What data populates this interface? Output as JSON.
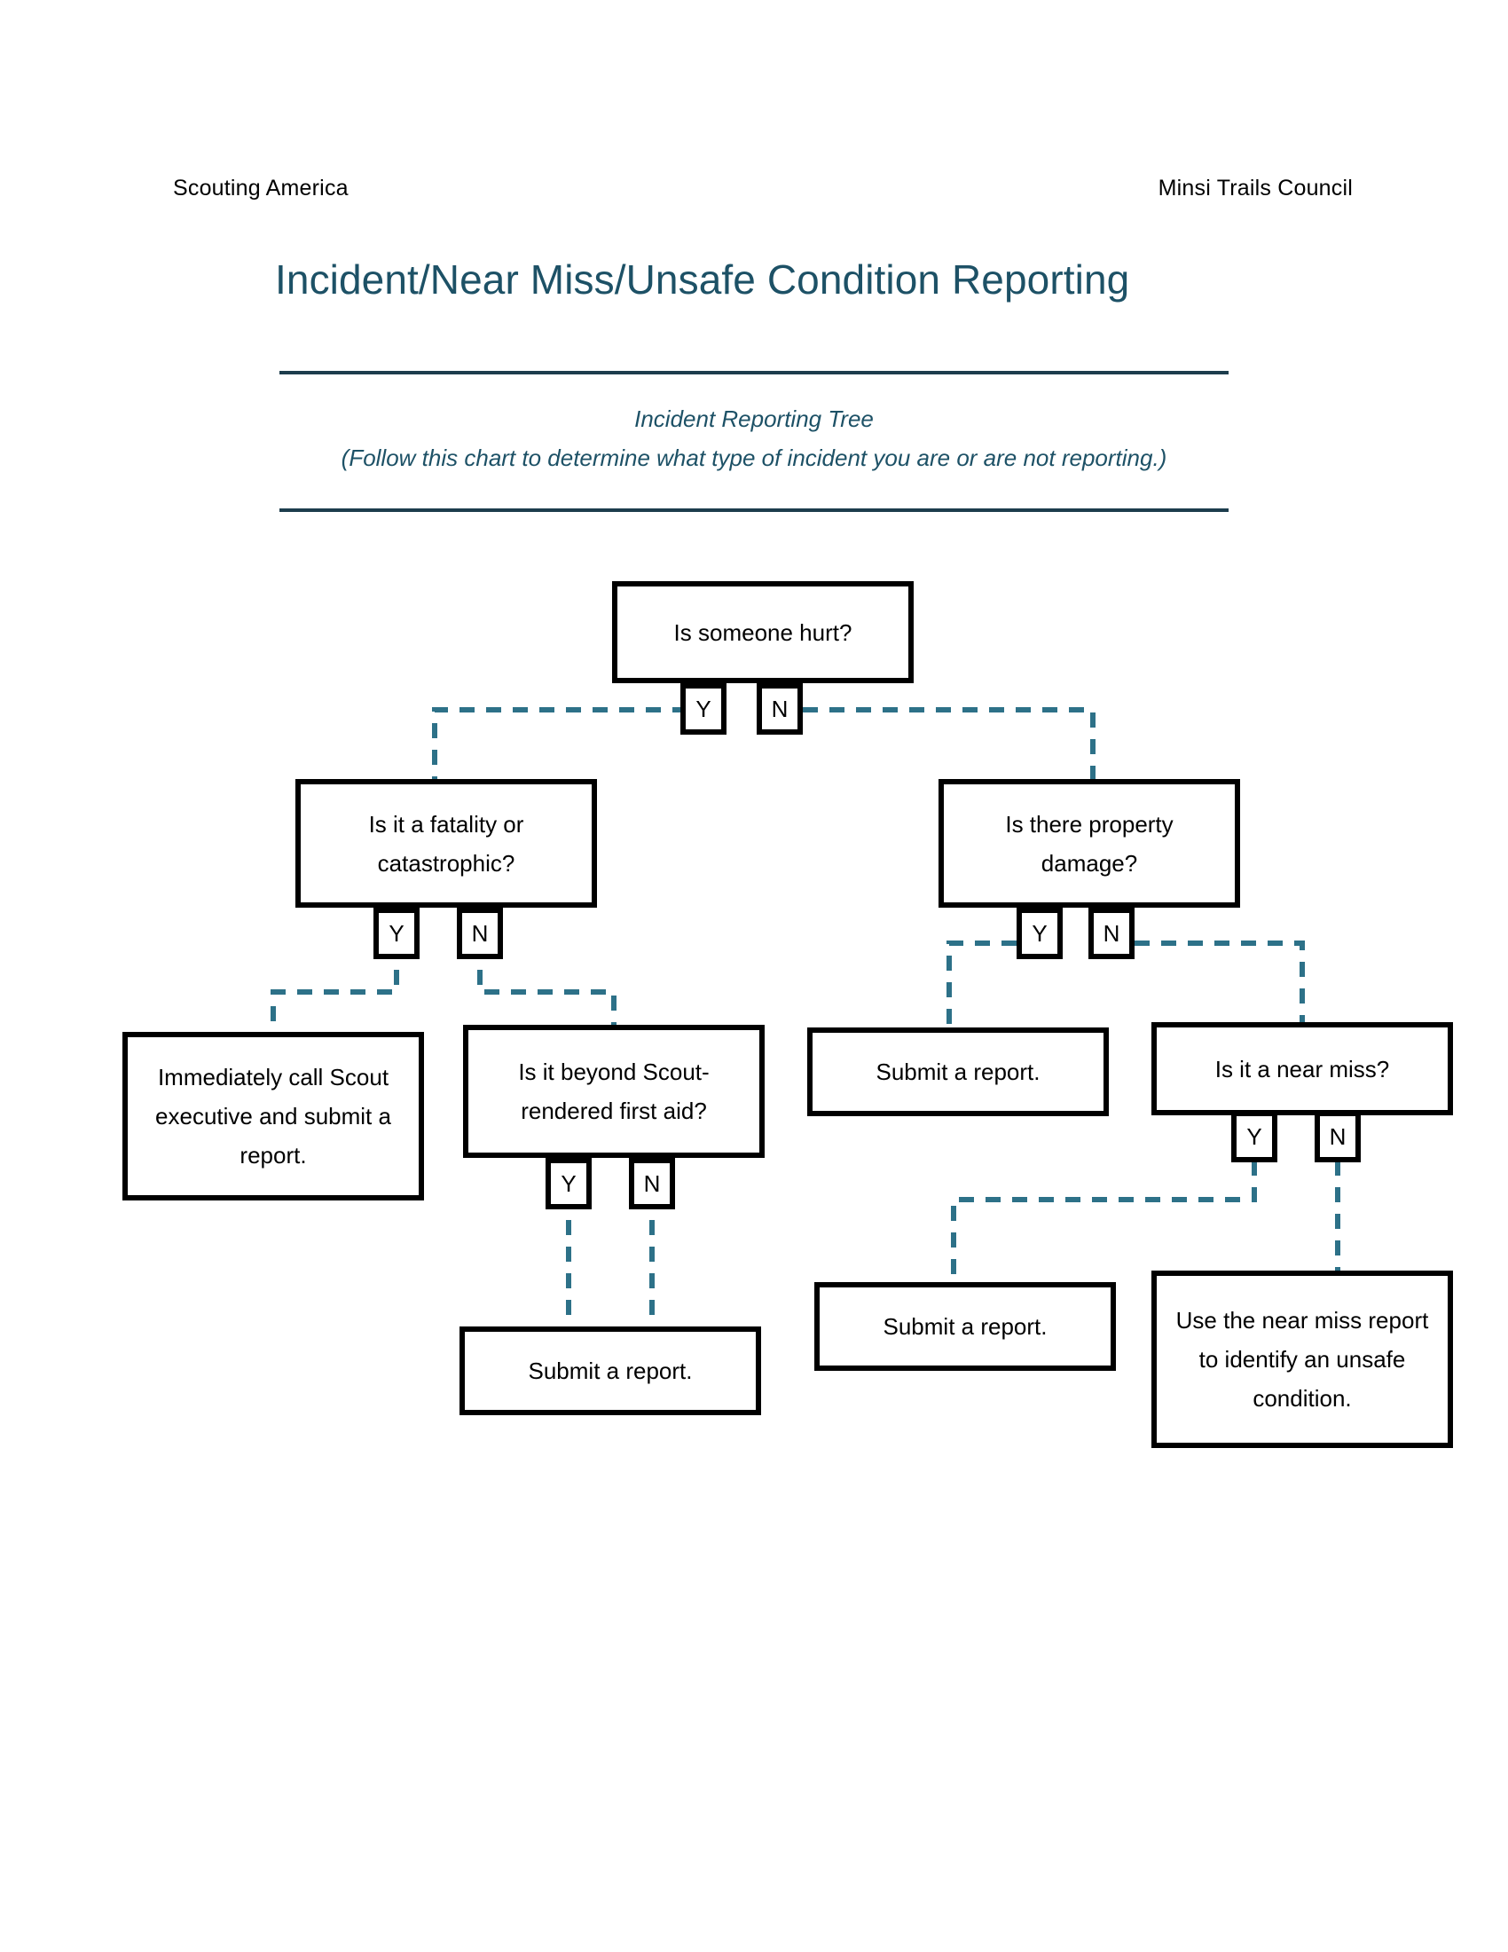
{
  "header": {
    "left": "Scouting America",
    "right": "Minsi Trails Council"
  },
  "title": "Incident/Near Miss/Unsafe Condition Reporting",
  "subtitle": {
    "line1": "Incident Reporting Tree",
    "line2": "(Follow this chart to determine what type of incident you are or are not reporting.)"
  },
  "colors": {
    "title_teal": "#1d5166",
    "rule_teal": "#1d3d4d",
    "connector_teal": "#2d7188",
    "node_border": "#000000",
    "page_background": "#ffffff"
  },
  "chart_data": {
    "type": "diagram",
    "title": "Incident Reporting Tree",
    "nodes": [
      {
        "id": "q_hurt",
        "label": "Is someone hurt?",
        "kind": "decision"
      },
      {
        "id": "q_fatality",
        "label": "Is it a fatality or catastrophic?",
        "kind": "decision"
      },
      {
        "id": "q_property",
        "label": "Is there property damage?",
        "kind": "decision"
      },
      {
        "id": "a_call_exec",
        "label": "Immediately call Scout executive and submit a report.",
        "kind": "action"
      },
      {
        "id": "q_firstaid",
        "label": "Is it beyond Scout-rendered first aid?",
        "kind": "decision"
      },
      {
        "id": "a_submit_prop",
        "label": "Submit a report.",
        "kind": "action"
      },
      {
        "id": "q_nearmiss",
        "label": "Is it a near miss?",
        "kind": "decision"
      },
      {
        "id": "a_submit_aid",
        "label": "Submit a report.",
        "kind": "action"
      },
      {
        "id": "a_submit_near",
        "label": "Submit a report.",
        "kind": "action"
      },
      {
        "id": "a_unsafe",
        "label": "Use the near miss report to identify an unsafe condition.",
        "kind": "action"
      }
    ],
    "edges": [
      {
        "from": "q_hurt",
        "branch": "Y",
        "to": "q_fatality"
      },
      {
        "from": "q_hurt",
        "branch": "N",
        "to": "q_property"
      },
      {
        "from": "q_fatality",
        "branch": "Y",
        "to": "a_call_exec"
      },
      {
        "from": "q_fatality",
        "branch": "N",
        "to": "q_firstaid"
      },
      {
        "from": "q_firstaid",
        "branch": "Y",
        "to": "a_submit_aid"
      },
      {
        "from": "q_firstaid",
        "branch": "N",
        "to": "a_submit_aid"
      },
      {
        "from": "q_property",
        "branch": "Y",
        "to": "a_submit_prop"
      },
      {
        "from": "q_property",
        "branch": "N",
        "to": "q_nearmiss"
      },
      {
        "from": "q_nearmiss",
        "branch": "Y",
        "to": "a_submit_near"
      },
      {
        "from": "q_nearmiss",
        "branch": "N",
        "to": "a_unsafe"
      }
    ],
    "branch_labels": {
      "yes": "Y",
      "no": "N"
    }
  }
}
